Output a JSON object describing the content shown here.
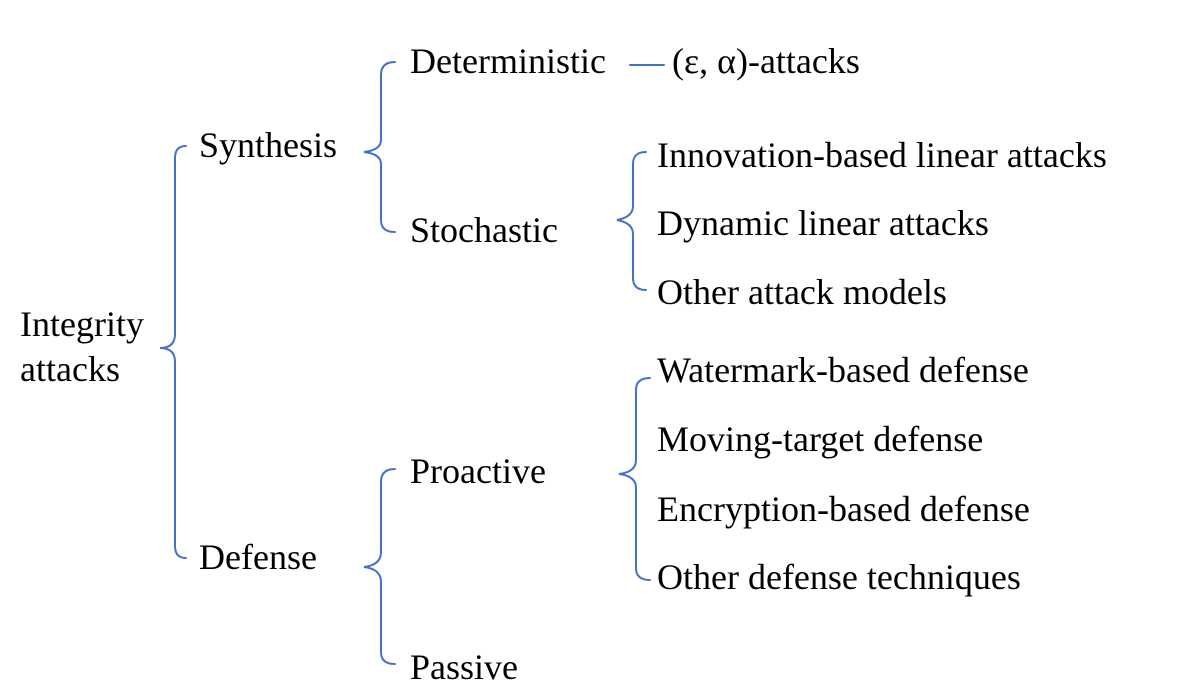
{
  "root": {
    "line1": "Integrity",
    "line2": "attacks"
  },
  "synthesis": {
    "label": "Synthesis",
    "deterministic": {
      "label": "Deterministic",
      "child": "(ε, α)-attacks"
    },
    "stochastic": {
      "label": "Stochastic",
      "children": [
        "Innovation-based linear attacks",
        "Dynamic linear attacks",
        "Other attack models"
      ]
    }
  },
  "defense": {
    "label": "Defense",
    "proactive": {
      "label": "Proactive",
      "children": [
        "Watermark-based defense",
        "Moving-target defense",
        "Encryption-based defense",
        "Other defense techniques"
      ]
    },
    "passive": {
      "label": "Passive"
    }
  },
  "colors": {
    "brace": "#4472C4",
    "text": "#000000"
  }
}
